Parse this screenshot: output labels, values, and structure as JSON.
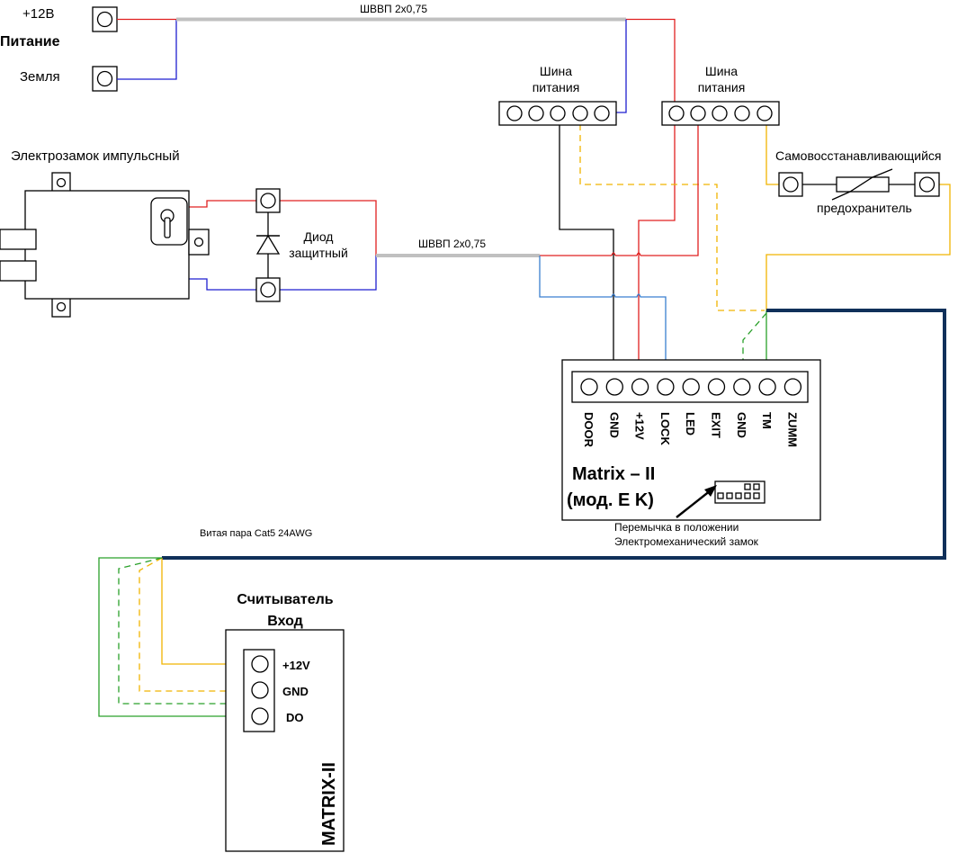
{
  "power": {
    "plus12_label": "+12В",
    "title": "Питание",
    "ground_label": "Земля"
  },
  "cable_top_label": "ШВВП 2х0,75",
  "cable_mid_label": "ШВВП 2х0,75",
  "bus1": {
    "line1": "Шина",
    "line2": "питания"
  },
  "bus2": {
    "line1": "Шина",
    "line2": "питания"
  },
  "lock_title": "Электрозамок импульсный",
  "diode": {
    "line1": "Диод",
    "line2": "защитный"
  },
  "fuse": {
    "line1": "Самовосстанавливающийся",
    "line2": "предохранитель"
  },
  "controller": {
    "pins": [
      "DOOR",
      "GND",
      "+12V",
      "LOCK",
      "LED",
      "EXIT",
      "GND",
      "TM",
      "ZUMM"
    ],
    "name_line1": "Matrix – II",
    "name_line2": "(мод. E K)",
    "jumper_note_line1": "Перемычка в положении",
    "jumper_note_line2": "Электромеханический замок"
  },
  "twisted_pair_label": "Витая пара Cat5 24AWG",
  "reader": {
    "title_line1": "Считыватель",
    "title_line2": "Вход",
    "pins": [
      "+12V",
      "GND",
      "DO"
    ],
    "model": "MATRIX-II"
  },
  "colors": {
    "red": "#e02020",
    "blue": "#1f1fd0",
    "light_blue": "#3a7fd0",
    "gray_cable": "#c0c0c0",
    "black": "#000000",
    "orange": "#f0b400",
    "green": "#2aa02a",
    "navy": "#10305a"
  }
}
